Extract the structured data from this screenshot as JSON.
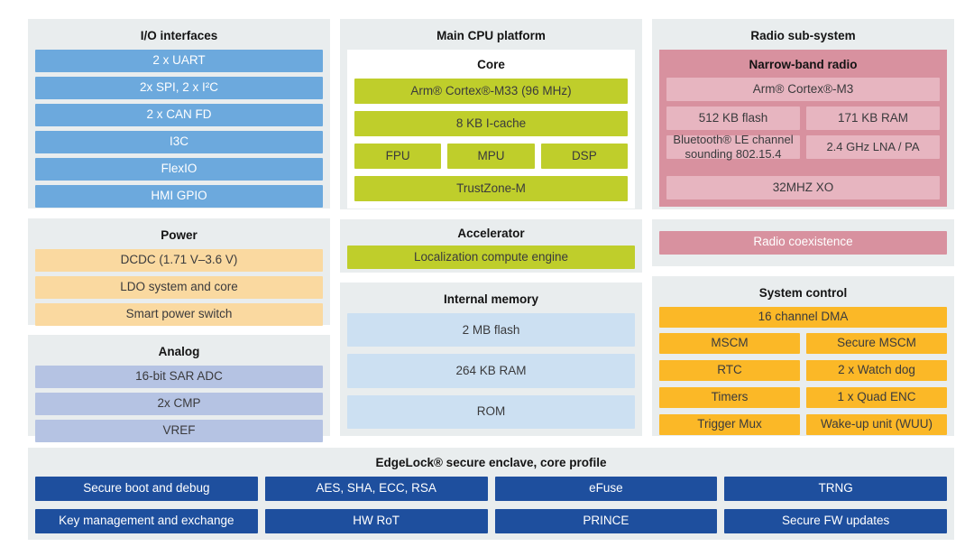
{
  "colors": {
    "section_bg": "#E9EDEE",
    "blue": "#6CA9DD",
    "peach": "#FAD9A0",
    "lavender": "#B5C3E3",
    "lime": "#BFCE2B",
    "light_blue": "#CCE0F2",
    "pink": "#D8919F",
    "pink_light": "#E7B5C0",
    "amber": "#FBB827",
    "dark_blue": "#1E4F9E"
  },
  "io": {
    "title": "I/O interfaces",
    "items": [
      "2 x UART",
      "2x SPI, 2 x I²C",
      "2 x CAN FD",
      "I3C",
      "FlexIO",
      "HMI GPIO"
    ]
  },
  "power": {
    "title": "Power",
    "items": [
      "DCDC (1.71 V–3.6 V)",
      "LDO system and core",
      "Smart power switch"
    ]
  },
  "analog": {
    "title": "Analog",
    "items": [
      "16-bit SAR ADC",
      "2x CMP",
      "VREF"
    ]
  },
  "cpu": {
    "title": "Main CPU platform",
    "core_title": "Core",
    "row1": "Arm® Cortex®-M33 (96 MHz)",
    "row2": "8 KB I-cache",
    "row3": [
      "FPU",
      "MPU",
      "DSP"
    ],
    "row4": "TrustZone-M"
  },
  "accelerator": {
    "title": "Accelerator",
    "item": "Localization compute engine"
  },
  "memory": {
    "title": "Internal memory",
    "items": [
      "2 MB flash",
      "264 KB RAM",
      "ROM"
    ]
  },
  "radio": {
    "title": "Radio sub-system",
    "subtitle": "Narrow-band radio",
    "row1": "Arm® Cortex®-M3",
    "row2": [
      "512 KB flash",
      "171 KB RAM"
    ],
    "row3": [
      "Bluetooth® LE channel sounding 802.15.4",
      "2.4 GHz LNA / PA"
    ],
    "row4": "32MHZ XO",
    "coexistence": "Radio coexistence"
  },
  "system_control": {
    "title": "System control",
    "full": "16 channel DMA",
    "rows": [
      [
        "MSCM",
        "Secure MSCM"
      ],
      [
        "RTC",
        "2 x Watch dog"
      ],
      [
        "Timers",
        "1 x Quad ENC"
      ],
      [
        "Trigger Mux",
        "Wake-up unit (WUU)"
      ]
    ]
  },
  "edgelock": {
    "title": "EdgeLock® secure enclave, core profile",
    "rows": [
      [
        "Secure boot and debug",
        "AES, SHA, ECC, RSA",
        "eFuse",
        "TRNG"
      ],
      [
        "Key management and exchange",
        "HW RoT",
        "PRINCE",
        "Secure FW updates"
      ]
    ]
  }
}
